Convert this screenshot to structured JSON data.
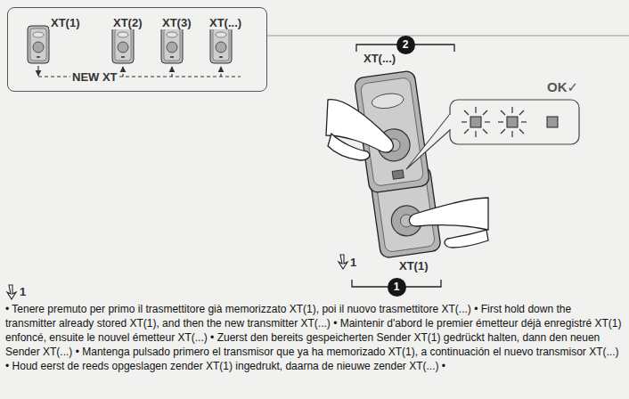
{
  "diagram": {
    "nodes": [
      {
        "text": [
          "XT(1)",
          "XT(2)",
          "XT(3)",
          "XT(...)",
          "NEW XT"
        ]
      },
      {
        "text": [
          "2"
        ]
      },
      {
        "text": [
          "1"
        ]
      }
    ],
    "labels": [
      "XT(...)",
      "OK✓",
      "1",
      "XT(1)",
      "1",
      "• Tenere premuto per primo il trasmettitore già memorizzato XT(1), poi il nuovo trasmettitore XT(...) • First hold down the transmitter already stored XT(1), and then the new transmitter XT(...) • Maintenir d'abord le premier émetteur déjà enregistré XT(1) enfoncé, ensuite le nouvel émetteur XT(...) • Zuerst den bereits gespeicherten Sender XT(1) gedrückt halten, dann den neuen Sender XT(...) • Mantenga pulsado primero el transmisor que ya ha memorizado XT(1), a continuación el nuevo transmisor XT(...) • Houd eerst de reeds opgeslagen zender XT(1) ingedrukt, daarna de nieuwe zender XT(...) •"
    ]
  }
}
